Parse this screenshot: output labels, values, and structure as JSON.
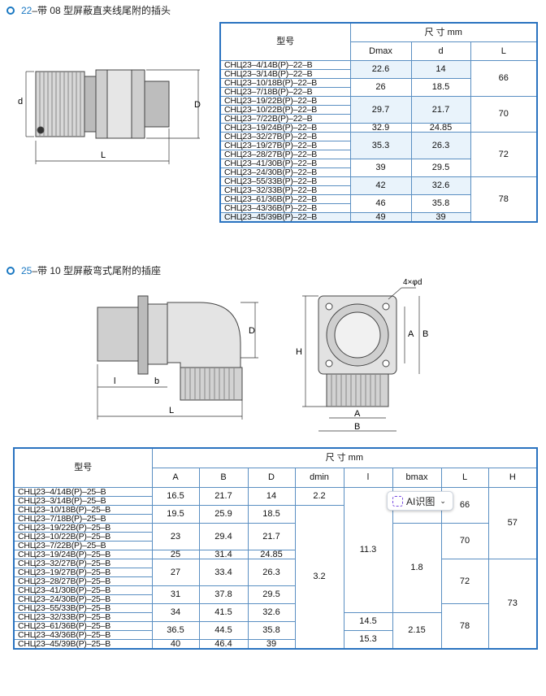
{
  "section1": {
    "num": "22",
    "title": "–带 08 型屏蔽直夹线尾附的插头",
    "dims": {
      "d": "d",
      "D": "D",
      "L": "L"
    },
    "table": {
      "model_header": "型号",
      "size_header": "尺 寸 mm",
      "columns": [
        "Dmax",
        "d",
        "L"
      ],
      "models": [
        "CHЦ23–4/14B(P)–22–B",
        "CHЦ23–3/14B(P)–22–B",
        "CHЦ23–10/18B(P)–22–B",
        "CHЦ23–7/18B(P)–22–B",
        "CHЦ23–19/22B(P)–22–B",
        "CHЦ23–10/22B(P)–22–B",
        "CHЦ23–7/22B(P)–22–B",
        "CHЦ23–19/24B(P)–22–B",
        "CHЦ23–32/27B(P)–22–B",
        "CHЦ23–19/27B(P)–22–B",
        "CHЦ23–28/27B(P)–22–B",
        "CHЦ23–41/30B(P)–22–B",
        "CHЦ23–24/30B(P)–22–B",
        "CHЦ23–55/33B(P)–22–B",
        "CHЦ23–32/33B(P)–22–B",
        "CHЦ23–61/36B(P)–22–B",
        "CHЦ23–43/36B(P)–22–B",
        "CHЦ23–45/39B(P)–22–B"
      ],
      "dmax": [
        "22.6",
        "26",
        "29.7",
        "32.9",
        "35.3",
        "39",
        "42",
        "46",
        "49"
      ],
      "d": [
        "14",
        "18.5",
        "21.7",
        "24.85",
        "26.3",
        "29.5",
        "32.6",
        "35.8",
        "39"
      ],
      "L": [
        "66",
        "70",
        "72",
        "78"
      ]
    }
  },
  "section2": {
    "num": "25",
    "title": "–带 10 型屏蔽弯式尾附的插座",
    "dims": {
      "D": "D",
      "l": "l",
      "b": "b",
      "L": "L",
      "hole": "4×φd",
      "B": "B",
      "A": "A",
      "H": "H"
    },
    "table": {
      "model_header": "型号",
      "size_header": "尺 寸 mm",
      "columns": [
        "A",
        "B",
        "D",
        "dmin",
        "l",
        "bmax",
        "L",
        "H"
      ],
      "models": [
        "CHЦ23–4/14B(P)–25–B",
        "CHЦ23–3/14B(P)–25–B",
        "CHЦ23–10/18B(P)–25–B",
        "CHЦ23–7/18B(P)–25–B",
        "CHЦ23–19/22B(P)–25–B",
        "CHЦ23–10/22B(P)–25–B",
        "CHЦ23–7/22B(P)–25–B",
        "CHЦ23–19/24B(P)–25–B",
        "CHЦ23–32/27B(P)–25–B",
        "CHЦ23–19/27B(P)–25–B",
        "CHЦ23–28/27B(P)–25–B",
        "CHЦ23–41/30B(P)–25–B",
        "CHЦ23–24/30B(P)–25–B",
        "CHЦ23–55/33B(P)–25–B",
        "CHЦ23–32/33B(P)–25–B",
        "CHЦ23–61/36B(P)–25–B",
        "CHЦ23–43/36B(P)–25–B",
        "CHЦ23–45/39B(P)–25–B"
      ],
      "A": [
        "16.5",
        "19.5",
        "23",
        "25",
        "27",
        "31",
        "34",
        "36.5",
        "40"
      ],
      "B": [
        "21.7",
        "25.9",
        "29.4",
        "31.4",
        "33.4",
        "37.8",
        "41.5",
        "44.5",
        "46.4"
      ],
      "D": [
        "14",
        "18.5",
        "21.7",
        "24.85",
        "26.3",
        "29.5",
        "32.6",
        "35.8",
        "39"
      ],
      "dmin": [
        "2.2",
        "3.2"
      ],
      "l": [
        "11.3",
        "14.5",
        "15.3"
      ],
      "bmax": [
        "1.8",
        "2.15"
      ],
      "L": [
        "66",
        "70",
        "72",
        "78"
      ],
      "H": [
        "57",
        "73"
      ]
    }
  },
  "overlay": {
    "label": "AI识图",
    "chevron": "chevron-down-icon"
  }
}
